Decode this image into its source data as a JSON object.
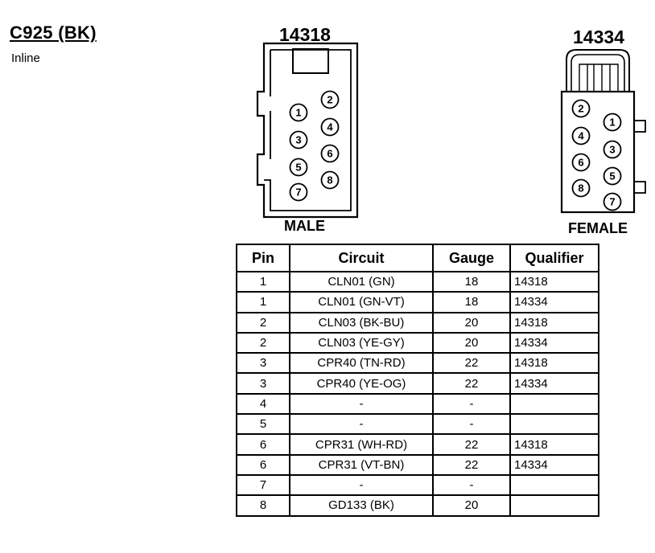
{
  "header": {
    "title": "C925 (BK)",
    "subtitle": "Inline"
  },
  "connectors": {
    "male": {
      "part": "14318",
      "label": "MALE",
      "pins": [
        "1",
        "2",
        "3",
        "4",
        "5",
        "6",
        "7",
        "8"
      ]
    },
    "female": {
      "part": "14334",
      "label": "FEMALE",
      "pins": [
        "1",
        "2",
        "3",
        "4",
        "5",
        "6",
        "7",
        "8"
      ]
    }
  },
  "table": {
    "headers": [
      "Pin",
      "Circuit",
      "Gauge",
      "Qualifier"
    ],
    "rows": [
      [
        "1",
        "CLN01 (GN)",
        "18",
        "14318"
      ],
      [
        "1",
        "CLN01 (GN-VT)",
        "18",
        "14334"
      ],
      [
        "2",
        "CLN03 (BK-BU)",
        "20",
        "14318"
      ],
      [
        "2",
        "CLN03 (YE-GY)",
        "20",
        "14334"
      ],
      [
        "3",
        "CPR40 (TN-RD)",
        "22",
        "14318"
      ],
      [
        "3",
        "CPR40 (YE-OG)",
        "22",
        "14334"
      ],
      [
        "4",
        "-",
        "-",
        ""
      ],
      [
        "5",
        "-",
        "-",
        ""
      ],
      [
        "6",
        "CPR31 (WH-RD)",
        "22",
        "14318"
      ],
      [
        "6",
        "CPR31 (VT-BN)",
        "22",
        "14334"
      ],
      [
        "7",
        "-",
        "-",
        ""
      ],
      [
        "8",
        "GD133 (BK)",
        "20",
        ""
      ]
    ]
  }
}
